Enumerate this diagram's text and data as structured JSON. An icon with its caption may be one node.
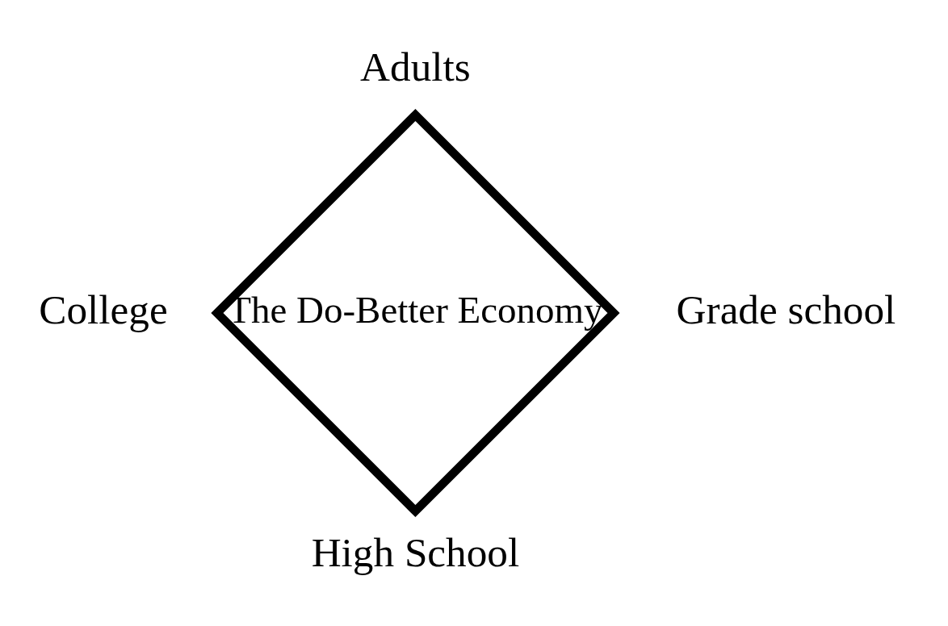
{
  "diagram": {
    "nodes": [
      {
        "text": [
          "The Do-Better Economy"
        ]
      }
    ],
    "labels": [
      "Adults",
      "College",
      "Grade school",
      "High School"
    ]
  }
}
